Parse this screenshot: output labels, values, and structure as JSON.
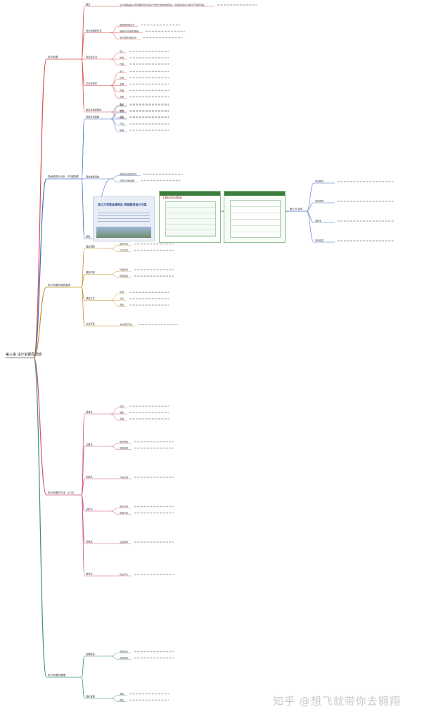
{
  "root": {
    "label": "第三章 设计前期及调查"
  },
  "branches": [
    {
      "label": "设计前期",
      "color": "#d94a4a",
      "children": [
        {
          "label": "概念",
          "color": "#d94a4a",
          "children": [
            "设计前期是指从项目确定到方案设计开始之前的准备阶段，包括项目建议书和可行性研究等。"
          ]
        },
        {
          "label": "设计前期的任务",
          "color": "#d94a4a",
          "children": [
            "编制项目建议书",
            "编制可行性研究报告",
            "进行项目决策分析"
          ]
        },
        {
          "label": "项目建议书",
          "color": "#d94a4a",
          "children": [
            "定义",
            "作用",
            "内容"
          ]
        },
        {
          "label": "可行性研究",
          "color": "#d94a4a",
          "children": [
            "定义",
            "作用",
            "依据",
            "内容",
            "步骤"
          ]
        },
        {
          "label": "建设项目的策划",
          "color": "#d94a4a",
          "children": [
            "含义",
            "作用",
            "内容"
          ]
        }
      ]
    },
    {
      "label": "场地调查与分析（环境勘察）",
      "color": "#3f6fbf",
      "children": [
        {
          "label": "场地环境勘察",
          "color": "#3f6fbf",
          "children": [
            "地形",
            "地质",
            "水文",
            "气候",
            "植被"
          ]
        },
        {
          "label": "现状建筑调查",
          "color": "#3f6fbf",
          "children": [
            "用地周边建筑情况",
            "交通与市政设施"
          ]
        },
        {
          "label": "案例",
          "color": "#3f6fbf",
          "children": []
        }
      ]
    },
    {
      "label": "设计前期的调查要求",
      "color": "#c7952e",
      "children": [
        {
          "label": "调查范围",
          "color": "#c7952e",
          "children": [
            "自然环境",
            "人文环境"
          ]
        },
        {
          "label": "调查内容",
          "color": "#c7952e",
          "children": [
            "基础资料",
            "现场勘察"
          ]
        },
        {
          "label": "调查方法",
          "color": "#c7952e",
          "children": [
            "问卷",
            "访谈",
            "观察"
          ]
        },
        {
          "label": "注意事项",
          "color": "#c7952e",
          "children": [
            "资料真实可靠"
          ]
        }
      ]
    },
    {
      "label": "设计前期的方法（六法）",
      "color": "#d24d8f",
      "children": [
        {
          "label": "调查法",
          "color": "#d24d8f",
          "children": [
            "访谈",
            "观察",
            "问卷"
          ]
        },
        {
          "label": "文献法",
          "color": "#d24d8f",
          "children": [
            "相关规范",
            "同类案例"
          ]
        },
        {
          "label": "比较法",
          "color": "#d24d8f",
          "children": [
            "方案比较"
          ]
        },
        {
          "label": "分析法",
          "color": "#d24d8f",
          "children": [
            "定性分析",
            "定量分析"
          ]
        },
        {
          "label": "归纳法",
          "color": "#d24d8f",
          "children": [
            "总结规律"
          ]
        },
        {
          "label": "综合法",
          "color": "#d24d8f",
          "children": [
            "综合评价"
          ]
        }
      ]
    },
    {
      "label": "设计前期的管理",
      "color": "#3f8f6f",
      "children": [
        {
          "label": "前期策划",
          "color": "#3f8f6f",
          "children": [
            "项目定位",
            "功能构成"
          ]
        },
        {
          "label": "组织管理",
          "color": "#3f8f6f",
          "children": [
            "进度",
            "成本"
          ]
        }
      ]
    }
  ],
  "right_branch": {
    "label": "第六节 城市",
    "color": "#3f6fbf",
    "children": [
      "城市规划",
      "用地性质",
      "容积率",
      "建筑密度"
    ]
  },
  "photos": {
    "photo1_caption": "浙江大学紫金港校区 校园规划设计方案",
    "photo2_header": "主要经济技术指标"
  },
  "watermark": "知乎 @想飞就带你去翱翔"
}
